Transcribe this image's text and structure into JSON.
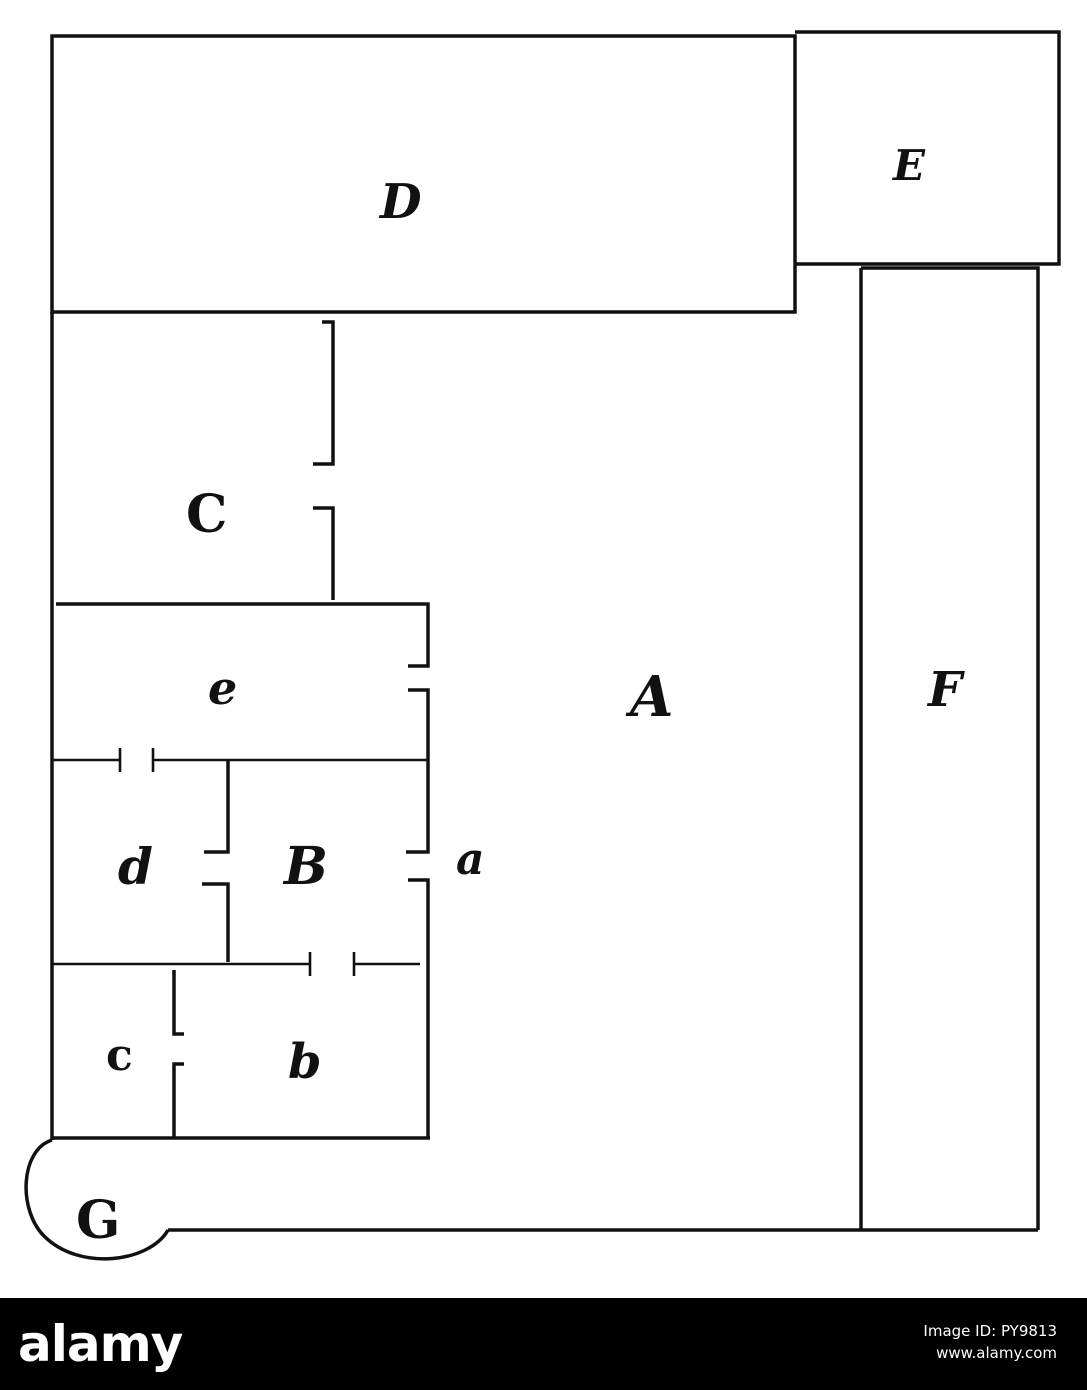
{
  "rooms": {
    "A": "A",
    "B": "B",
    "C": "C",
    "D": "D",
    "E": "E",
    "F": "F",
    "G": "G",
    "a": "a",
    "b": "b",
    "c": "c",
    "d": "d",
    "e": "e"
  },
  "footer": {
    "brand": "alamy",
    "image_id": "Image ID: PY9813",
    "url": "www.alamy.com"
  }
}
